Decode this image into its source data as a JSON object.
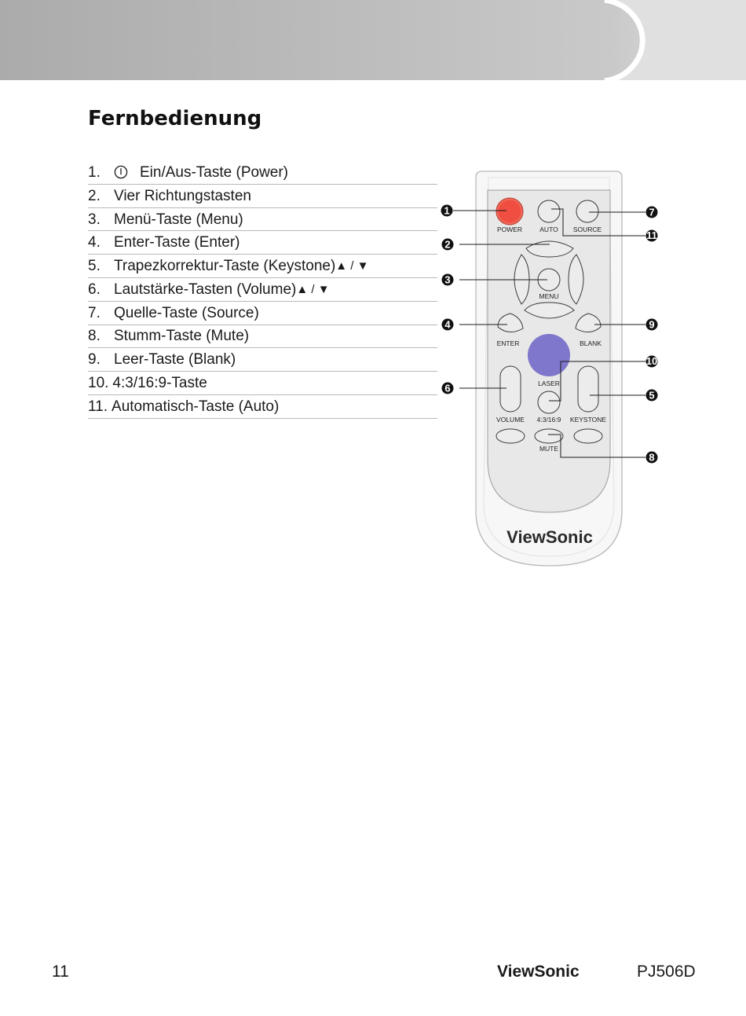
{
  "page": {
    "title": "Fernbedienung"
  },
  "list": [
    {
      "num": "1.",
      "label": "Ein/Aus-Taste (Power)",
      "icon": "power-symbol-icon"
    },
    {
      "num": "2.",
      "label": "Vier Richtungstasten"
    },
    {
      "num": "3.",
      "label": "Menü-Taste (Menu)"
    },
    {
      "num": "4.",
      "label": "Enter-Taste (Enter)"
    },
    {
      "num": "5.",
      "label": "Trapezkorrektur-Taste (Keystone)",
      "suffix": " ▲ / ▼"
    },
    {
      "num": "6.",
      "label": "Lautstärke-Tasten (Volume)",
      "suffix": " ▲ / ▼"
    },
    {
      "num": "7.",
      "label": "Quelle-Taste (Source)"
    },
    {
      "num": "8.",
      "label": "Stumm-Taste (Mute)"
    },
    {
      "num": "9.",
      "label": "Leer-Taste (Blank)"
    },
    {
      "num": "10.",
      "label": "4:3/16:9-Taste"
    },
    {
      "num": "11.",
      "label": "Automatisch-Taste (Auto)"
    }
  ],
  "remote": {
    "labels": {
      "power": "POWER",
      "auto": "AUTO",
      "source": "SOURCE",
      "menu": "MENU",
      "enter": "ENTER",
      "blank": "BLANK",
      "laser": "LASER",
      "volume": "VOLUME",
      "ratio": "4:3/16:9",
      "keystone": "KEYSTONE",
      "mute": "MUTE"
    },
    "brand": "ViewSonic",
    "callouts": {
      "c1": "1",
      "c2": "2",
      "c3": "3",
      "c4": "4",
      "c5": "5",
      "c6": "6",
      "c7": "7",
      "c8": "8",
      "c9": "9",
      "c10": "10",
      "c11": "11"
    },
    "colors": {
      "power_button": "#f0584a",
      "laser_button": "#8078cc",
      "panel": "#e8e8e8",
      "body": "#f7f7f7"
    }
  },
  "footer": {
    "page_number": "11",
    "brand": "ViewSonic",
    "model": "PJ506D"
  }
}
